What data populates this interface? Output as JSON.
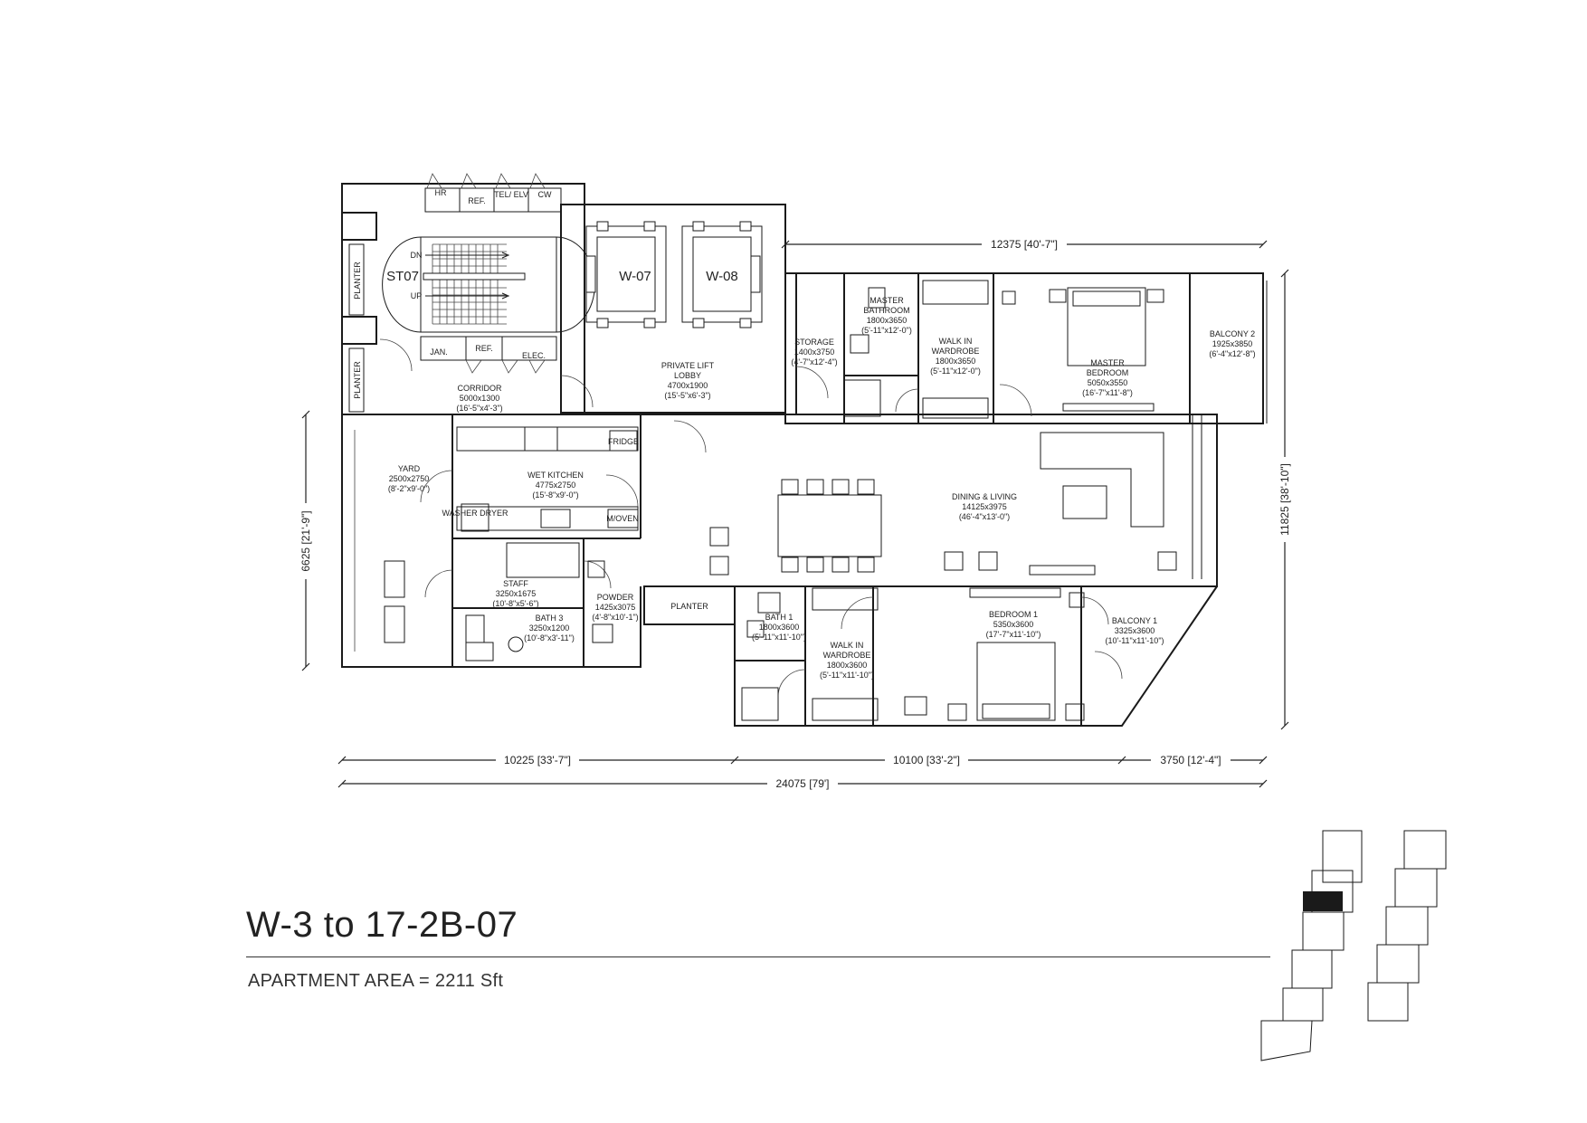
{
  "title": "W-3 to 17-2B-07",
  "apartment_area": "APARTMENT AREA = 2211 Sft",
  "core": {
    "stair": "ST07",
    "stair_dn": "DN",
    "stair_up": "UP",
    "lift_1": "W-07",
    "lift_2": "W-08",
    "planter_1": "PLANTER",
    "planter_2": "PLANTER",
    "hr": "HR",
    "ref_top": "REF.",
    "tel_elv": "TEL/ ELV",
    "cw": "CW",
    "jan": "JAN.",
    "ref_bottom": "REF.",
    "elec": "ELEC."
  },
  "rooms": {
    "corridor": {
      "name": "CORRIDOR",
      "size": "5000x1300",
      "imperial": "(16'-5\"x4'-3\")"
    },
    "private_lift_lobby": {
      "name1": "PRIVATE LIFT",
      "name2": "LOBBY",
      "size": "4700x1900",
      "imperial": "(15'-5\"x6'-3\")"
    },
    "storage": {
      "name": "STORAGE",
      "size": "1400x3750",
      "imperial": "(4'-7\"x12'-4\")"
    },
    "master_bathroom": {
      "name1": "MASTER",
      "name2": "BATHROOM",
      "size": "1800x3650",
      "imperial": "(5'-11\"x12'-0\")"
    },
    "walk_in_wardrobe_1": {
      "name1": "WALK IN",
      "name2": "WARDROBE",
      "size": "1800x3650",
      "imperial": "(5'-11\"x12'-0\")"
    },
    "master_bedroom": {
      "name1": "MASTER",
      "name2": "BEDROOM",
      "size": "5050x3550",
      "imperial": "(16'-7\"x11'-8\")"
    },
    "balcony_2": {
      "name": "BALCONY 2",
      "size": "1925x3850",
      "imperial": "(6'-4\"x12'-8\")"
    },
    "yard": {
      "name": "YARD",
      "size": "2500x2750",
      "imperial": "(8'-2\"x9'-0\")"
    },
    "wet_kitchen": {
      "name": "WET KITCHEN",
      "size": "4775x2750",
      "imperial": "(15'-8\"x9'-0\")"
    },
    "dining_living": {
      "name": "DINING & LIVING",
      "size": "14125x3975",
      "imperial": "(46'-4\"x13'-0\")"
    },
    "staff": {
      "name": "STAFF",
      "size": "3250x1675",
      "imperial": "(10'-8\"x5'-6\")"
    },
    "powder": {
      "name": "POWDER",
      "size": "1425x3075",
      "imperial": "(4'-8\"x10'-1\")"
    },
    "bath_3": {
      "name": "BATH 3",
      "size": "3250x1200",
      "imperial": "(10'-8\"x3'-11\")"
    },
    "planter": {
      "name": "PLANTER"
    },
    "bath_1": {
      "name": "BATH 1",
      "size": "1800x3600",
      "imperial": "(5'-11\"x11'-10\")"
    },
    "walk_in_wardrobe_2": {
      "name1": "WALK IN",
      "name2": "WARDROBE",
      "size": "1800x3600",
      "imperial": "(5'-11\"x11'-10\")"
    },
    "bedroom_1": {
      "name": "BEDROOM 1",
      "size": "5350x3600",
      "imperial": "(17'-7\"x11'-10\")"
    },
    "balcony_1": {
      "name": "BALCONY 1",
      "size": "3325x3600",
      "imperial": "(10'-11\"x11'-10\")"
    }
  },
  "appliances": {
    "fridge": "FRIDGE",
    "washer": "WASHER DRYER",
    "oven": "M/OVEN"
  },
  "dimensions": {
    "top": "12375 [40'-7\"]",
    "right": "11825 [38'-10\"]",
    "left": "6625 [21'-9\"]",
    "bottom_1": "10225 [33'-7\"]",
    "bottom_2": "10100 [33'-2\"]",
    "bottom_3": "3750 [12'-4\"]",
    "bottom_total": "24075 [79']"
  },
  "key_plan": {
    "highlighted_unit": "07",
    "highlight_color": "#1a1a1a"
  }
}
